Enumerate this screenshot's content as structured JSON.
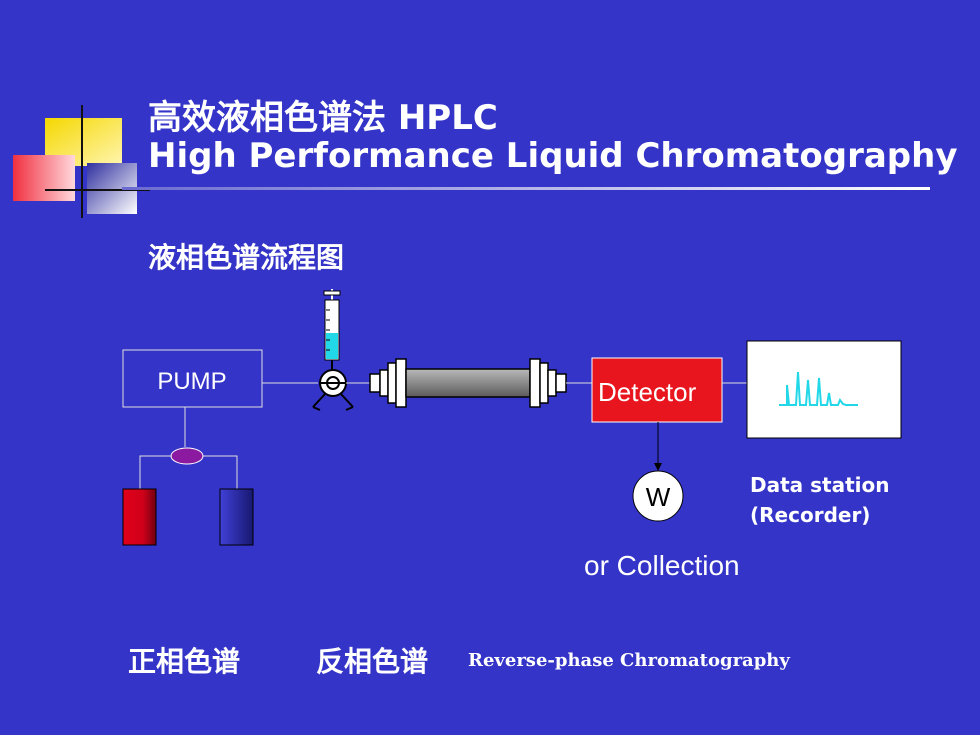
{
  "title": {
    "line1": "高效液相色谱法 HPLC",
    "line2": "High Performance Liquid Chromatography"
  },
  "subtitle": "液相色谱流程图",
  "diagram": {
    "pump_label": "PUMP",
    "detector_label": "Detector",
    "waste_label": "W",
    "data_station_line1": "Data station",
    "data_station_line2": "(Recorder)",
    "collection_label": "or Collection"
  },
  "bottom": {
    "normal_phase": "正相色谱",
    "reverse_phase": "反相色谱",
    "reverse_phase_en": "Reverse-phase Chromatography"
  },
  "colors": {
    "background": "#3434C8",
    "detector": "#E8141E",
    "accent_cyan": "#22D8E8",
    "bottle_red": "#E0001A",
    "bottle_blue": "#23238C",
    "valve_purple": "#8C1AA0"
  }
}
